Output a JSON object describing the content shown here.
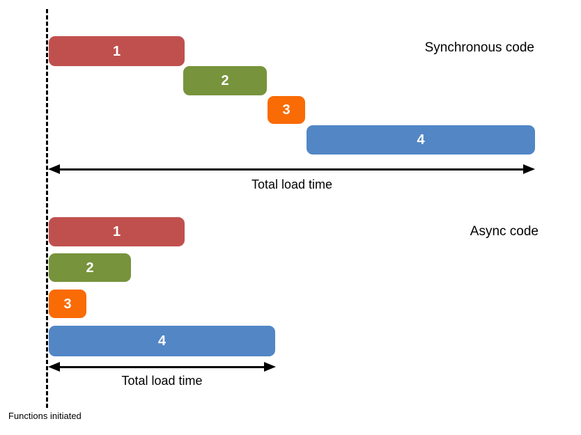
{
  "diagram": {
    "sections": [
      {
        "title": "Synchronous code",
        "arrow_label": "Total load time",
        "bars": [
          {
            "label": "1",
            "color": "#c0504d"
          },
          {
            "label": "2",
            "color": "#77933c"
          },
          {
            "label": "3",
            "color": "#f96b05"
          },
          {
            "label": "4",
            "color": "#5286c5"
          }
        ]
      },
      {
        "title": "Async code",
        "arrow_label": "Total load time",
        "bars": [
          {
            "label": "1",
            "color": "#c0504d"
          },
          {
            "label": "2",
            "color": "#77933c"
          },
          {
            "label": "3",
            "color": "#f96b05"
          },
          {
            "label": "4",
            "color": "#5286c5"
          }
        ]
      }
    ],
    "baseline_label": "Functions initiated",
    "colors": {
      "task1": "#c0504d",
      "task2": "#77933c",
      "task3": "#f96b05",
      "task4": "#5286c5",
      "line": "#000000",
      "background": "#ffffff"
    }
  }
}
